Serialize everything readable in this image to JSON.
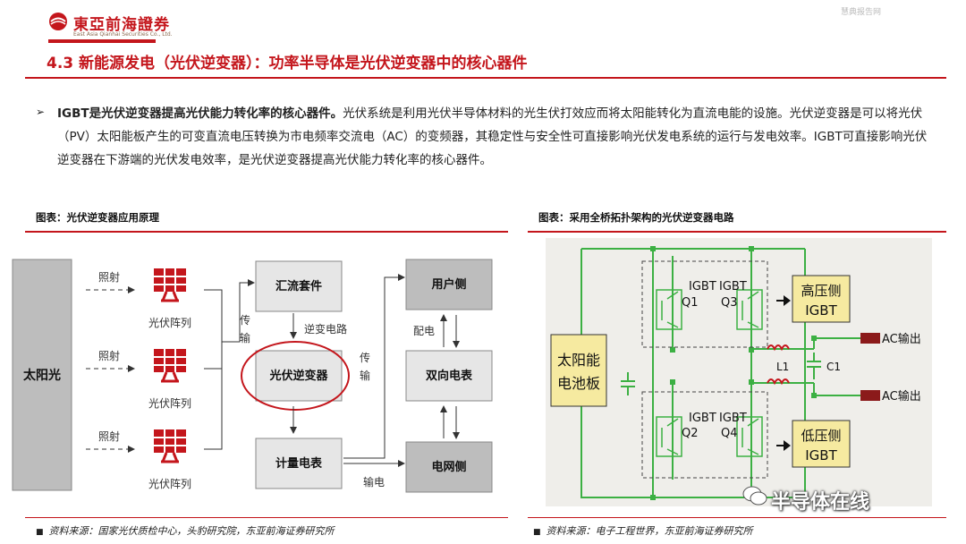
{
  "header": {
    "logo_cn": "東亞前海證券",
    "logo_en": "East Asia Qianhai Securities Co., Ltd.",
    "watermark": "慧典报告网"
  },
  "title": "4.3 新能源发电（光伏逆变器）：功率半导体是光伏逆变器中的核心器件",
  "paragraph": {
    "bold": "IGBT是光伏逆变器提高光伏能力转化率的核心器件。",
    "text": "光伏系统是利用光伏半导体材料的光生伏打效应而将太阳能转化为直流电能的设施。光伏逆变器是可以将光伏（PV）太阳能板产生的可变直流电压转换为市电频率交流电（AC）的变频器，其稳定性与安全性可直接影响光伏发电系统的运行与发电效率。IGBT可直接影响光伏逆变器在下游端的光伏发电效率，是光伏逆变器提高光伏能力转化率的核心器件。"
  },
  "figure_left": {
    "caption": "图表：光伏逆变器应用原理",
    "source": "资料来源：国家光伏质检中心，头豹研究院，东亚前海证券研究所",
    "sun_label": "太阳光",
    "irradiate": "照射",
    "panel_label": "光伏阵列",
    "transmit": "传\n输",
    "combiner": "汇流套件",
    "inverter_circuit": "逆变电路",
    "inverter": "光伏逆变器",
    "meter": "计量电表",
    "user_side": "用户侧",
    "bidirectional_meter": "双向电表",
    "grid_side": "电网侧",
    "distribute": "配电",
    "transmit_power": "输电"
  },
  "figure_right": {
    "caption": "图表：采用全桥拓扑架构的光伏逆变器电路",
    "source": "资料来源：电子工程世界，东亚前海证券研究所",
    "solar_cell": "太阳能\n电池板",
    "igbt": "IGBT",
    "q1": "Q1",
    "q2": "Q2",
    "q3": "Q3",
    "q4": "Q4",
    "high_side": "高压侧\nIGBT",
    "low_side": "低压侧\nIGBT",
    "l1": "L1",
    "c1": "C1",
    "ac_out": "AC输出"
  },
  "wechat": "半导体在线",
  "colors": {
    "brand_red": "#c4161c",
    "circuit_green": "#3cb043",
    "label_yellow": "#f6eaa0"
  }
}
